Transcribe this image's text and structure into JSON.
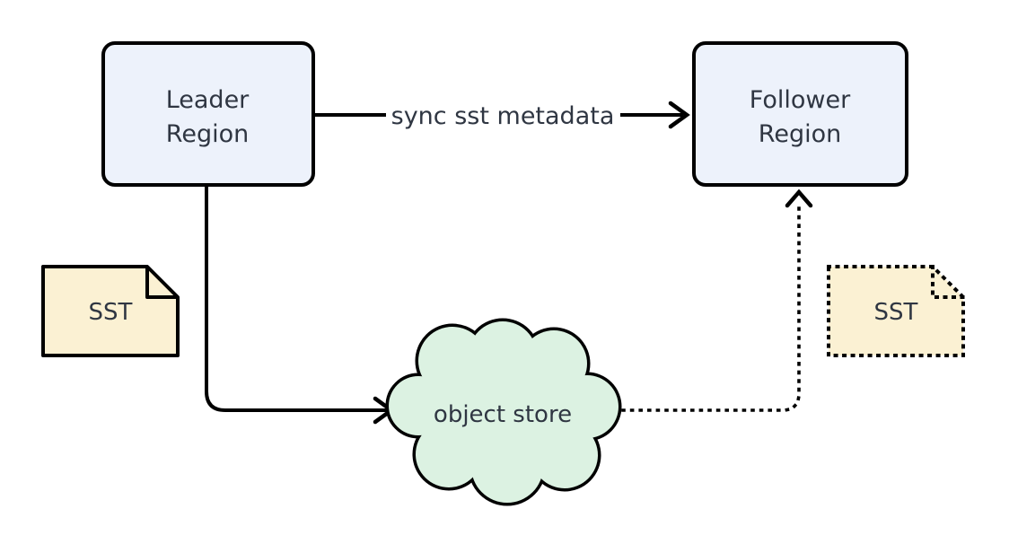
{
  "diagram": {
    "nodes": {
      "leader_region": {
        "line1": "Leader",
        "line2": "Region",
        "shape": "rounded-rect"
      },
      "follower_region": {
        "line1": "Follower",
        "line2": "Region",
        "shape": "rounded-rect"
      },
      "sst_source": {
        "label": "SST",
        "shape": "document",
        "border_style": "solid"
      },
      "sst_replica": {
        "label": "SST",
        "shape": "document",
        "border_style": "dotted"
      },
      "object_store": {
        "label": "object store",
        "shape": "cloud"
      }
    },
    "edges": {
      "sync": {
        "from": "leader_region",
        "to": "follower_region",
        "label": "sync sst metadata",
        "style": "solid-arrow"
      },
      "upload": {
        "from": "leader_region",
        "to": "object_store",
        "style": "solid-arrow"
      },
      "replicate": {
        "from": "object_store",
        "to": "follower_region",
        "style": "dotted-arrow"
      }
    },
    "colors": {
      "region_fill": "#edf2fb",
      "sst_fill": "#fbf1d3",
      "cloud_fill": "#dcf2e2",
      "stroke": "#000000",
      "text": "#2f3642",
      "background": "#ffffff"
    }
  }
}
